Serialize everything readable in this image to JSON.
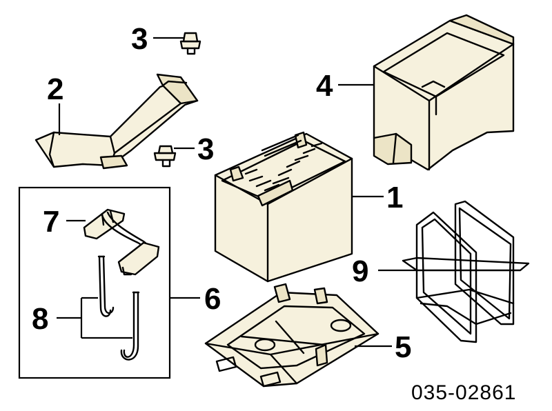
{
  "callouts": {
    "c1": "1",
    "c2": "2",
    "c3a": "3",
    "c3b": "3",
    "c4": "4",
    "c5": "5",
    "c6": "6",
    "c7": "7",
    "c8": "8",
    "c9": "9"
  },
  "part_number": "035-02861",
  "colors": {
    "part_fill": "#f6f1dd",
    "outline": "#000000",
    "background": "#ffffff"
  }
}
